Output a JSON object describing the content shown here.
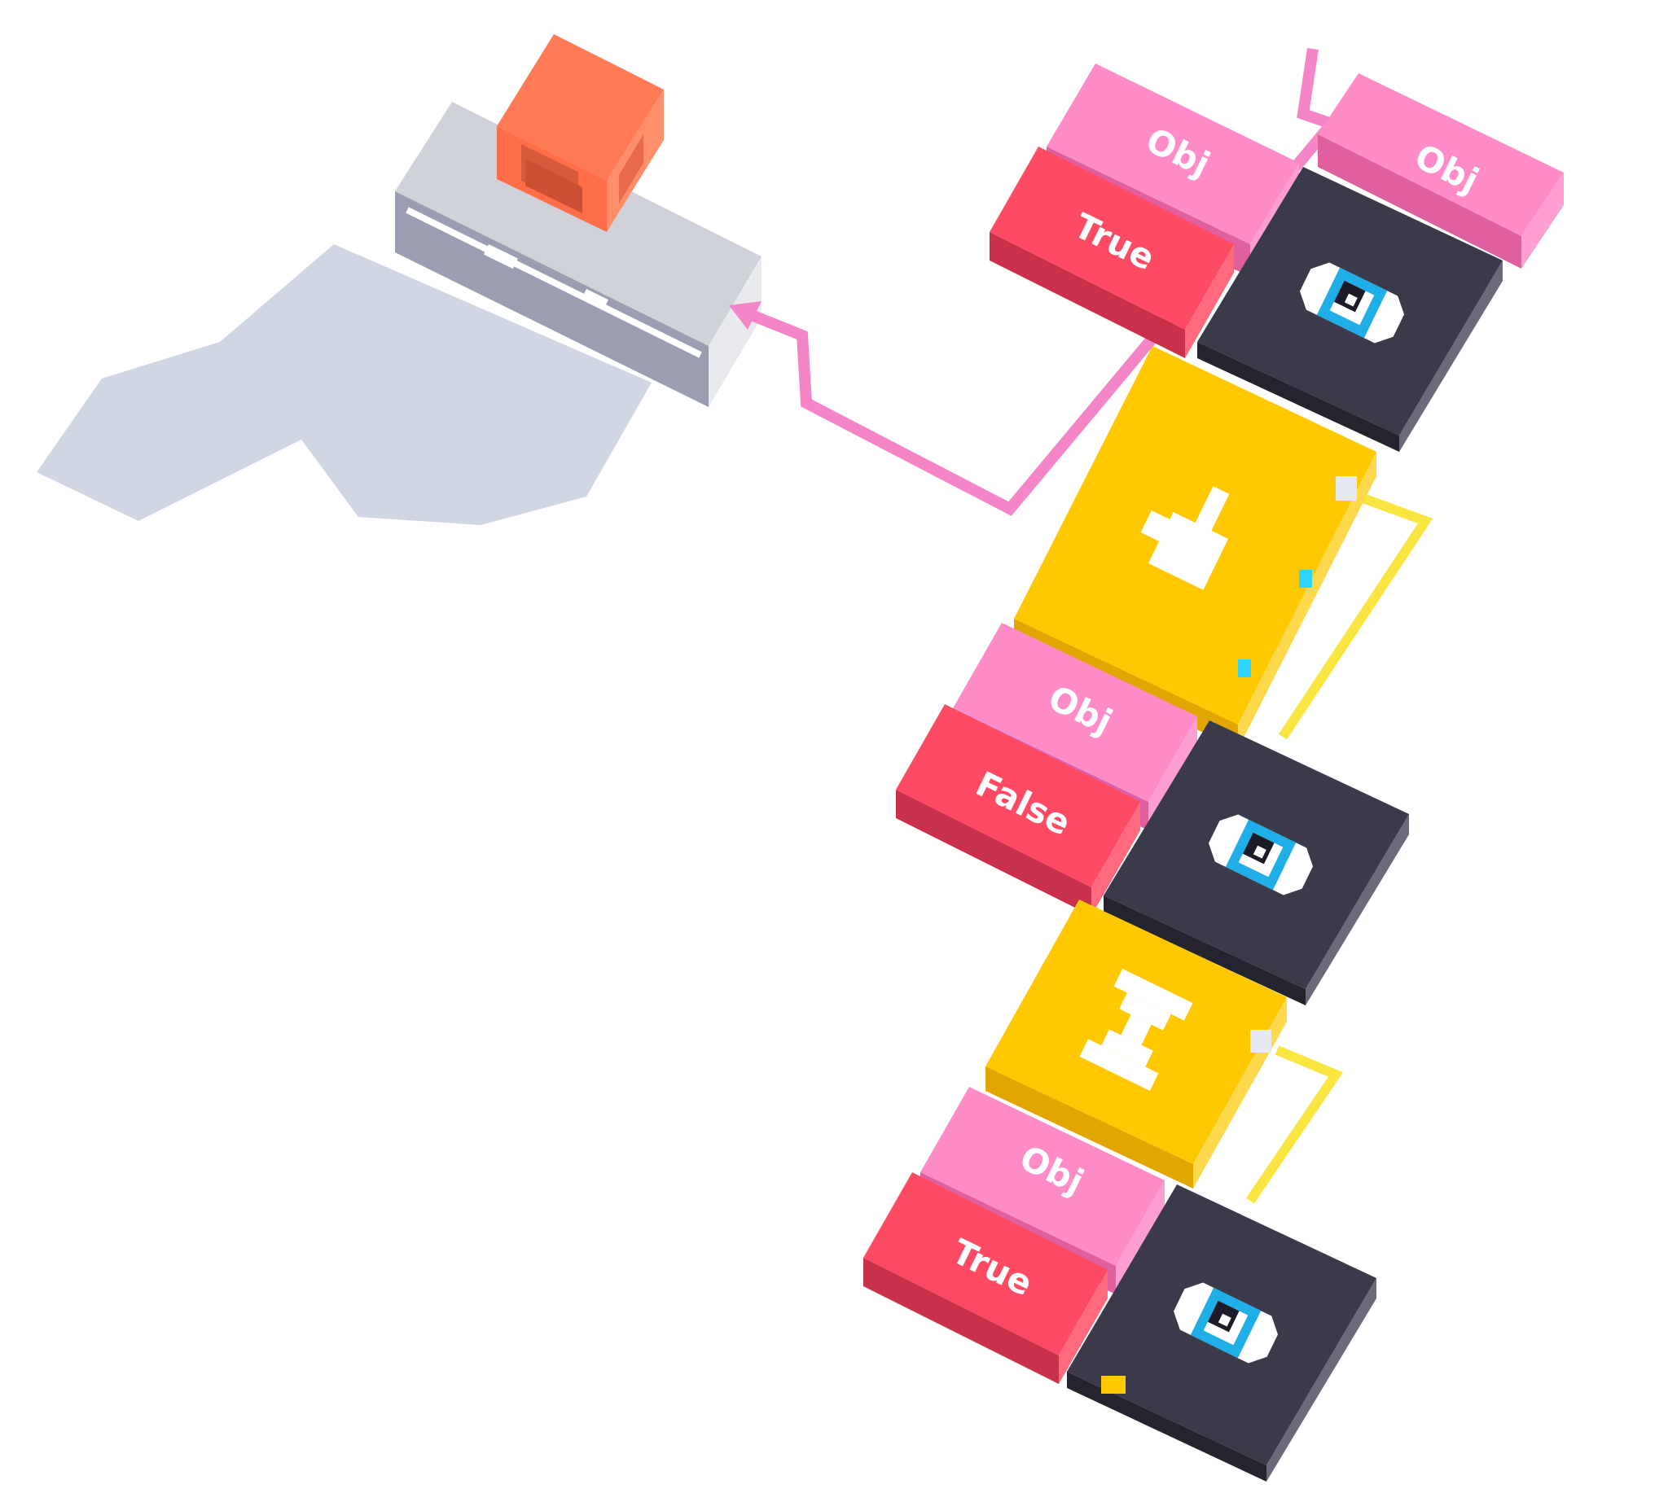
{
  "scene": {
    "type": "visual-programming-puzzle",
    "view": "isometric",
    "background": "#ffffff"
  },
  "colors": {
    "pink_block": "#ff8cc6",
    "red_block": "#ff4a64",
    "yellow_block": "#ffc800",
    "dark_block": "#3a3a4a",
    "gray_base": "#cfd3d9",
    "orange_cube": "#ff7a55",
    "pink_wire": "#f485c6",
    "yellow_wire": "#f9e640",
    "eye_iris": "#1faee8",
    "shadow": "#cdd4e3"
  },
  "target": {
    "cube_color": "orange",
    "base_label": "conveyor"
  },
  "blocks": [
    {
      "kind": "condition-object",
      "label": "Obj",
      "icon": "",
      "row": 1
    },
    {
      "kind": "condition-value",
      "label": "True",
      "icon": "",
      "row": 1
    },
    {
      "kind": "condition-object",
      "label": "Obj",
      "icon": "",
      "row": 1
    },
    {
      "kind": "sensor",
      "label": "",
      "icon": "eye-icon",
      "row": 1
    },
    {
      "kind": "action",
      "label": "",
      "icon": "hand-pointer-icon",
      "row": 2
    },
    {
      "kind": "condition-object",
      "label": "Obj",
      "icon": "",
      "row": 3
    },
    {
      "kind": "condition-value",
      "label": "False",
      "icon": "",
      "row": 3
    },
    {
      "kind": "sensor",
      "label": "",
      "icon": "eye-icon",
      "row": 3
    },
    {
      "kind": "action",
      "label": "",
      "icon": "hourglass-icon",
      "row": 4
    },
    {
      "kind": "condition-object",
      "label": "Obj",
      "icon": "",
      "row": 5
    },
    {
      "kind": "condition-value",
      "label": "True",
      "icon": "",
      "row": 5
    },
    {
      "kind": "sensor",
      "label": "",
      "icon": "eye-icon",
      "row": 5
    }
  ]
}
